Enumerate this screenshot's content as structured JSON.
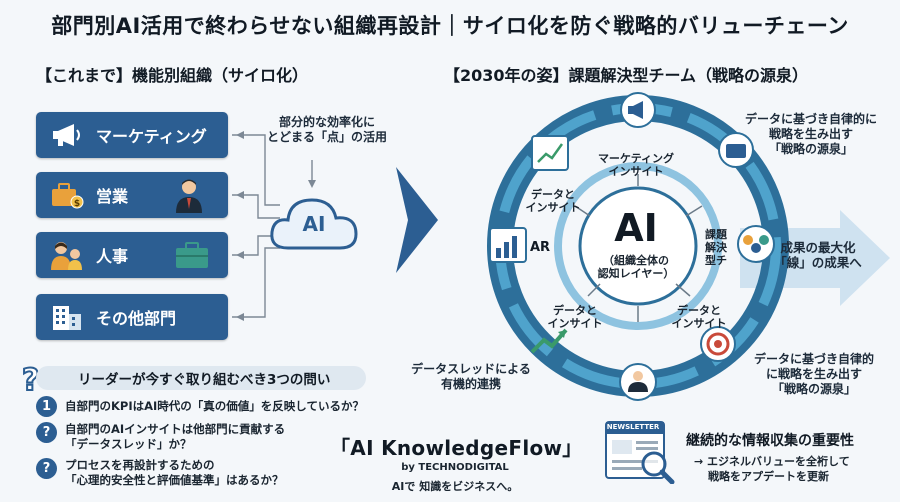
{
  "title": "部門別AI活用で終わらせない組織再設計｜サイロ化を防ぐ戦略的バリューチェーン",
  "left": {
    "heading": "【これまで】機能別組織（サイロ化）",
    "departments": [
      {
        "label": "マーケティング",
        "icon": "megaphone-icon"
      },
      {
        "label": "営業",
        "icon": "briefcase-icon"
      },
      {
        "label": "人事",
        "icon": "people-icon"
      },
      {
        "label": "その他部門",
        "icon": "building-icon"
      }
    ],
    "note_line1": "部分的な効率化に",
    "note_line2": "とどまる「点」の活用",
    "cloud_label": "AI"
  },
  "right": {
    "heading": "【2030年の姿】課題解決型チーム（戦略の源泉）",
    "center_title": "AI",
    "center_sub1": "（組織全体の",
    "center_sub2": "認知レイヤー）",
    "inner_top1": "マーケティング",
    "inner_top2": "インサイト",
    "inner_left1": "データと",
    "inner_left2": "インサイト",
    "inner_right1": "課題",
    "inner_right2": "解決",
    "inner_right3": "型チ",
    "inner_bl1": "データと",
    "inner_bl2": "インサイト",
    "inner_br1": "データと",
    "inner_br2": "インサイト",
    "ar_label": "AR",
    "note_tr1": "データに基づき自律的に",
    "note_tr2": "戦略を生み出す",
    "note_tr3": "「戦略の源泉」",
    "note_br1": "データに基づき自律的",
    "note_br2": "に戦略を生み出す",
    "note_br3": "「戦略の源泉」",
    "note_bl1": "データスレッドによる",
    "note_bl2": "有機的連携",
    "arrow_out1": "成果の最大化",
    "arrow_out2": "「線」の成果へ"
  },
  "questions": {
    "banner": "リーダーが今すぐ取り組むべき3つの問い",
    "items": [
      {
        "num": "1",
        "line1": "自部門のKPIはAI時代の「真の価値」を反映しているか？",
        "line2": ""
      },
      {
        "num": "?",
        "line1": "自部門のAIインサイトは他部門に貢献する",
        "line2": "「データスレッド」か？"
      },
      {
        "num": "?",
        "line1": "プロセスを再設計するための",
        "line2": "「心理的安全性と評価値基準」はあるか？"
      }
    ]
  },
  "brand": {
    "name": "「AI KnowledgeFlow」",
    "by": "by TECHNODIGITAL",
    "tagline": "AIで 知識をビジネスへ。"
  },
  "newsletter": {
    "badge": "NEWSLETTER",
    "title": "継続的な情報収集の重要性",
    "line1": "→ エジネルバリューを全裄して",
    "line2": "戦略をアプデートを更新"
  },
  "colors": {
    "primary": "#2c5e92",
    "accent": "#4a98c8",
    "light": "#dfe8f0",
    "green": "#3a9a6a"
  }
}
